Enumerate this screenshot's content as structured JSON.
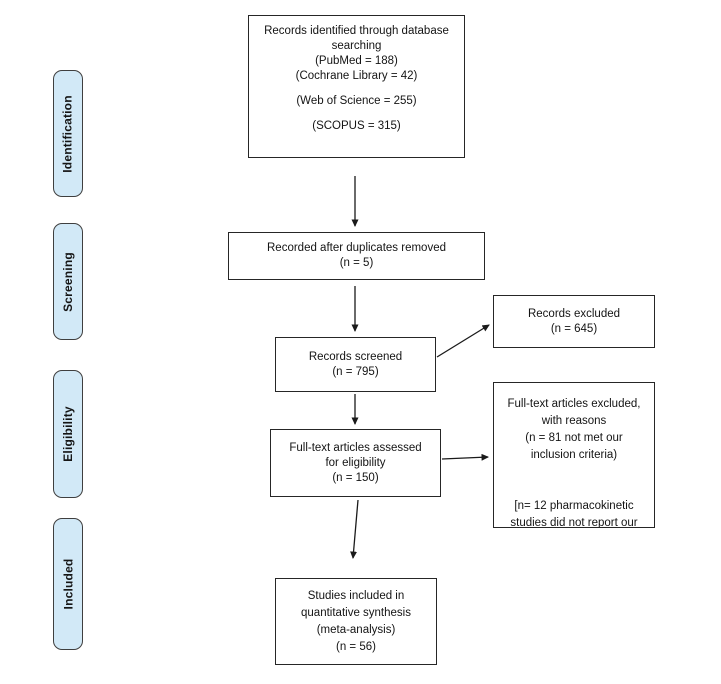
{
  "sidebar": {
    "stages": [
      {
        "label": "Identification"
      },
      {
        "label": "Screening"
      },
      {
        "label": "Eligibility"
      },
      {
        "label": "Included"
      }
    ]
  },
  "boxes": {
    "identified": {
      "lines": [
        "Records identified through database",
        "searching",
        "(PubMed = 188)",
        "(Cochrane Library = 42)",
        "",
        "(Web of Science = 255)",
        "",
        "(SCOPUS = 315)"
      ]
    },
    "duplicates": {
      "lines": [
        "Recorded after duplicates removed",
        "(n = 5)"
      ]
    },
    "screened": {
      "lines": [
        "Records screened",
        "(n = 795)"
      ]
    },
    "excluded": {
      "lines": [
        "Records excluded",
        "(n = 645)"
      ]
    },
    "fulltext": {
      "lines": [
        "Full-text articles assessed",
        "for eligibility",
        "(n = 150)"
      ]
    },
    "fulltext_excluded": {
      "lines": [
        "Full-text articles excluded,",
        "with reasons",
        "(n = 81 not met our",
        "inclusion criteria)",
        "",
        "",
        "[n= 12 pharmacokinetic",
        "studies did not report our"
      ]
    },
    "included_synthesis": {
      "lines": [
        "Studies included in",
        "quantitative synthesis",
        "(meta-analysis)",
        "(n = 56)"
      ]
    }
  },
  "colors": {
    "stage_fill": "#d2e9f7",
    "stage_border": "#3f3f3f",
    "box_border": "#262626",
    "arrow": "#1a1a1a",
    "text": "#141414"
  }
}
